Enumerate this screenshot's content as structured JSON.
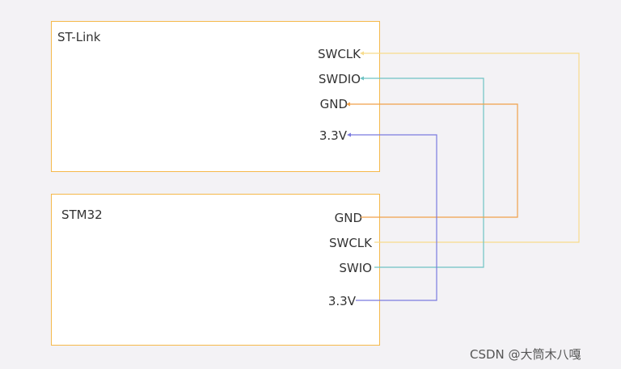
{
  "diagram": {
    "stlink": {
      "title": "ST-Link",
      "pins": [
        "SWCLK",
        "SWDIO",
        "GND",
        "3.3V"
      ]
    },
    "stm32": {
      "title": "STM32",
      "pins": [
        "GND",
        "SWCLK",
        "SWIO",
        "3.3V"
      ]
    },
    "connections": [
      {
        "from": "SWCLK",
        "to": "SWCLK",
        "color": "#f7dc8c"
      },
      {
        "from": "SWDIO",
        "to": "SWIO",
        "color": "#6ec3c3"
      },
      {
        "from": "GND",
        "to": "GND",
        "color": "#f0a14a"
      },
      {
        "from": "3.3V",
        "to": "3.3V",
        "color": "#7b7bdf"
      }
    ]
  },
  "watermark": "CSDN @大筒木八嘎",
  "colors": {
    "box_border": "#f5b94a",
    "background": "#f3f2f5"
  }
}
